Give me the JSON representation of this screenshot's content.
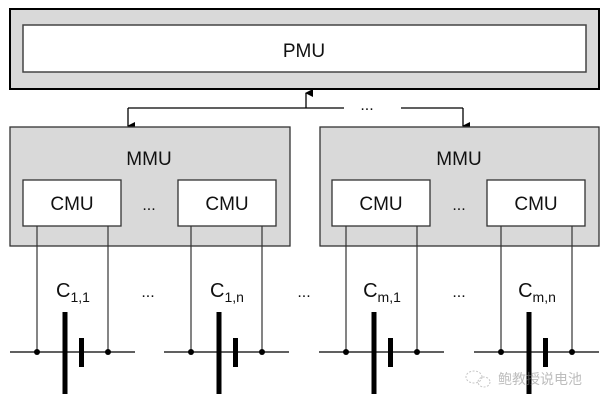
{
  "diagram": {
    "pmu": {
      "label": "PMU"
    },
    "bus_ellipsis": "...",
    "modules": [
      {
        "label": "MMU",
        "cmus": [
          {
            "label": "CMU"
          },
          {
            "label": "CMU"
          }
        ],
        "cmu_ellipsis": "...",
        "cells": [
          {
            "base": "C",
            "sub": "1,1"
          },
          {
            "base": "C",
            "sub": "1,n"
          }
        ]
      },
      {
        "label": "MMU",
        "cmus": [
          {
            "label": "CMU"
          },
          {
            "label": "CMU"
          }
        ],
        "cmu_ellipsis": "...",
        "cells": [
          {
            "base": "C",
            "sub": "m,1"
          },
          {
            "base": "C",
            "sub": "m,n"
          }
        ]
      }
    ],
    "cell_ellipses": [
      "...",
      "...",
      "..."
    ],
    "watermark": {
      "icon": "wechat-icon",
      "text": "鲍教授说电池"
    },
    "colors": {
      "module_fill": "#d9d9d9",
      "box_fill": "#ffffff",
      "line": "#000000"
    }
  }
}
